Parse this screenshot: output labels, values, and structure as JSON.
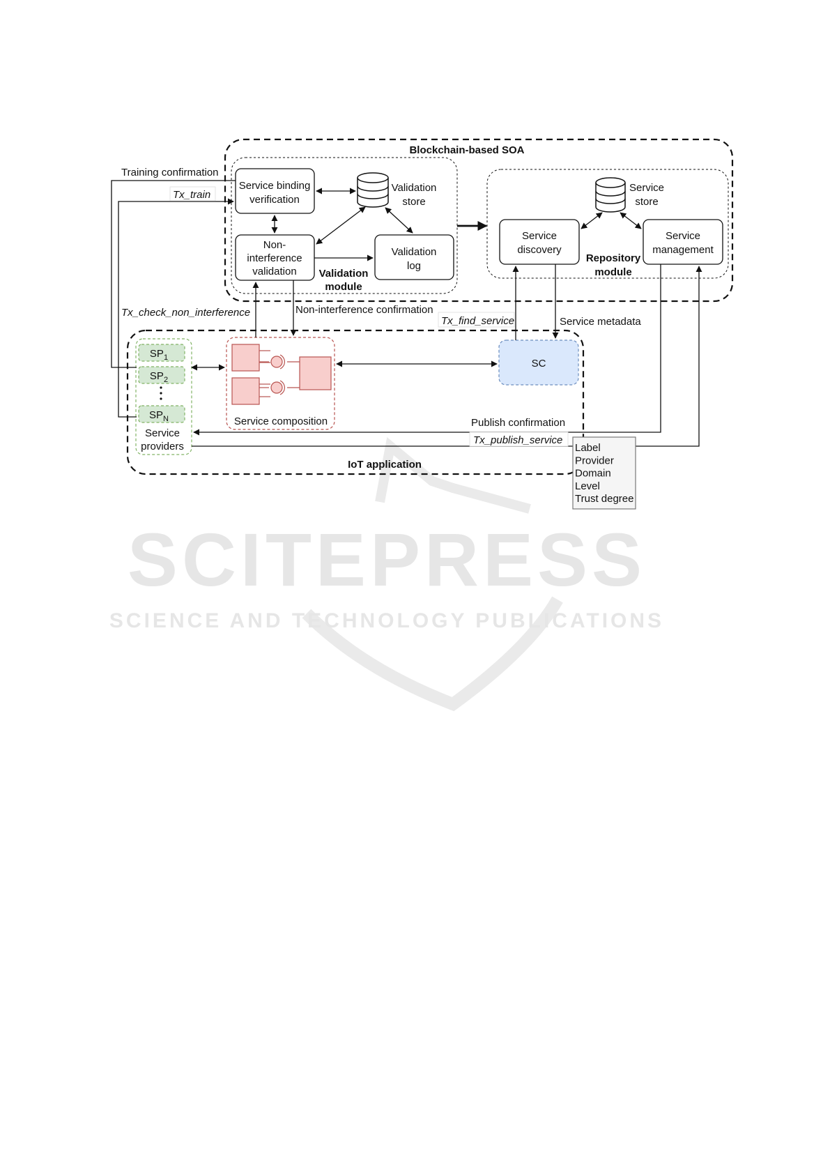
{
  "watermark": {
    "title": "SCITEPRESS",
    "subtitle": "SCIENCE AND TECHNOLOGY PUBLICATIONS"
  },
  "diagram": {
    "blockchain": {
      "title": "Blockchain-based SOA",
      "validation_module": {
        "label_line1": "Validation",
        "label_line2": "module",
        "binding_verification": {
          "line1": "Service binding",
          "line2": "verification"
        },
        "non_interference": {
          "line1": "Non-",
          "line2": "interference",
          "line3": "validation"
        },
        "validation_store": {
          "line1": "Validation",
          "line2": "store"
        },
        "validation_log": {
          "line1": "Validation",
          "line2": "log"
        }
      },
      "repository_module": {
        "label_line1": "Repository",
        "label_line2": "module",
        "service_store": {
          "line1": "Service",
          "line2": "store"
        },
        "service_discovery": {
          "line1": "Service",
          "line2": "discovery"
        },
        "service_management": {
          "line1": "Service",
          "line2": "management"
        }
      }
    },
    "iot_application": {
      "title": "IoT application",
      "sp1": "SP",
      "sp1_sub": "1",
      "sp2": "SP",
      "sp2_sub": "2",
      "spn": "SP",
      "spn_sub": "N",
      "providers_line1": "Service",
      "providers_line2": "providers",
      "composition_label": "Service composition",
      "sc_label": "SC"
    },
    "messages": {
      "training_confirmation": "Training confirmation",
      "tx_train": "Tx_train",
      "tx_check": "Tx_check_non_interference",
      "non_interference_confirmation": "Non-interference confirmation",
      "tx_find_service": "Tx_find_service",
      "service_metadata": "Service metadata",
      "publish_confirmation": "Publish confirmation",
      "tx_publish_service": "Tx_publish_service"
    },
    "metadata_fields": [
      "Label",
      "Provider",
      "Domain",
      "Level",
      "Trust degree"
    ],
    "colors": {
      "sp_fill": "#d5e8d4",
      "sp_stroke": "#82b366",
      "composition_fill": "#f8cecc",
      "composition_stroke": "#b85450",
      "sc_fill": "#dae8fc",
      "sc_stroke": "#6c8ebf"
    }
  }
}
